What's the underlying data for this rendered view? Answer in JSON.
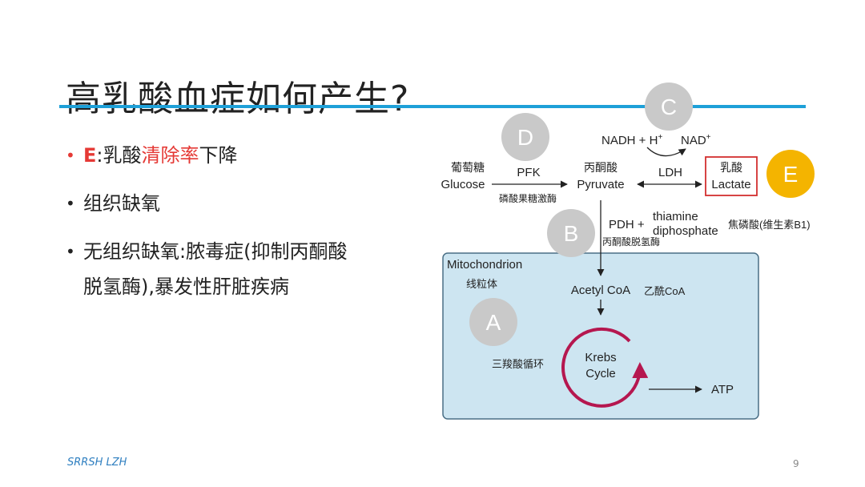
{
  "title": "高乳酸血症如何产生?",
  "bullets": [
    {
      "prefix": "E",
      "colon": ":",
      "part1": "乳酸",
      "highlight": "清除率",
      "part2": "下降"
    },
    {
      "text": "组织缺氧"
    },
    {
      "line1": "无组织缺氧:脓毒症(抑制丙酮酸",
      "line2": "脱氢酶),暴发性肝脏疾病"
    }
  ],
  "diagram": {
    "glucose_cn": "葡萄糖",
    "glucose_en": "Glucose",
    "pfk": "PFK",
    "pfk_cn": "磷酸果糖激酶",
    "pyruvate_cn": "丙酮酸",
    "pyruvate_en": "Pyruvate",
    "ldh": "LDH",
    "nadh": "NADH + H",
    "plus_sup": "+",
    "nad": "NAD",
    "lactate_cn": "乳酸",
    "lactate_en": "Lactate",
    "pdh": "PDH +",
    "thiamine": "thiamine",
    "diphosphate": "diphosphate",
    "thiamine_cn": "焦磷酸(维生素B1)",
    "pdh_cn": "丙酮酸脱氢酶",
    "mito_en": "Mitochondrion",
    "mito_cn": "线粒体",
    "acetyl_en": "Acetyl CoA",
    "acetyl_cn": "乙酰CoA",
    "krebs": "Krebs",
    "cycle": "Cycle",
    "krebs_cn": "三羧酸循环",
    "atp": "ATP",
    "badges": {
      "a": "A",
      "b": "B",
      "c": "C",
      "d": "D",
      "e": "E"
    }
  },
  "colors": {
    "accent_blue": "#1ea0d8",
    "highlight_red": "#e53935",
    "krebs_magenta": "#b5174f",
    "mito_fill": "#cde5f1",
    "badge_gray": "#c9c9c9",
    "badge_gold": "#f4b400"
  },
  "footer": {
    "brand": "SRRSH LZH",
    "page": "9"
  }
}
